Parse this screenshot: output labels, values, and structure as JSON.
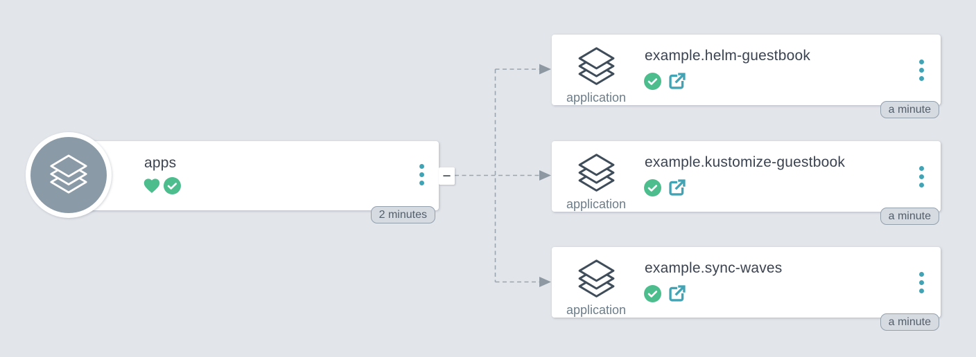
{
  "colors": {
    "background": "#e2e5ea",
    "card": "#ffffff",
    "title_text": "#3b4350",
    "label_text": "#6d7d89",
    "icon_dark": "#3f4c59",
    "healthy_green": "#4dbd8e",
    "teal": "#42a3b5",
    "avatar_gray": "#8b9aa7",
    "edge_gray": "#9aa5af",
    "arrow_gray": "#8d98a2",
    "badge_bg": "#d6dae1",
    "badge_border": "#93a0ac",
    "badge_text": "#525f6b",
    "collapse_text": "#2b323c"
  },
  "root_node": {
    "title": "apps",
    "age_badge": "2 minutes",
    "collapse_symbol": "−",
    "icons": {
      "avatar": "layers-icon",
      "health": "heart-icon",
      "sync": "check-circle-icon",
      "menu": "vertical-ellipsis-icon"
    }
  },
  "children": [
    {
      "kind_label": "application",
      "title": "example.helm-guestbook",
      "age_badge": "a minute"
    },
    {
      "kind_label": "application",
      "title": "example.kustomize-guestbook",
      "age_badge": "a minute"
    },
    {
      "kind_label": "application",
      "title": "example.sync-waves",
      "age_badge": "a minute"
    }
  ]
}
